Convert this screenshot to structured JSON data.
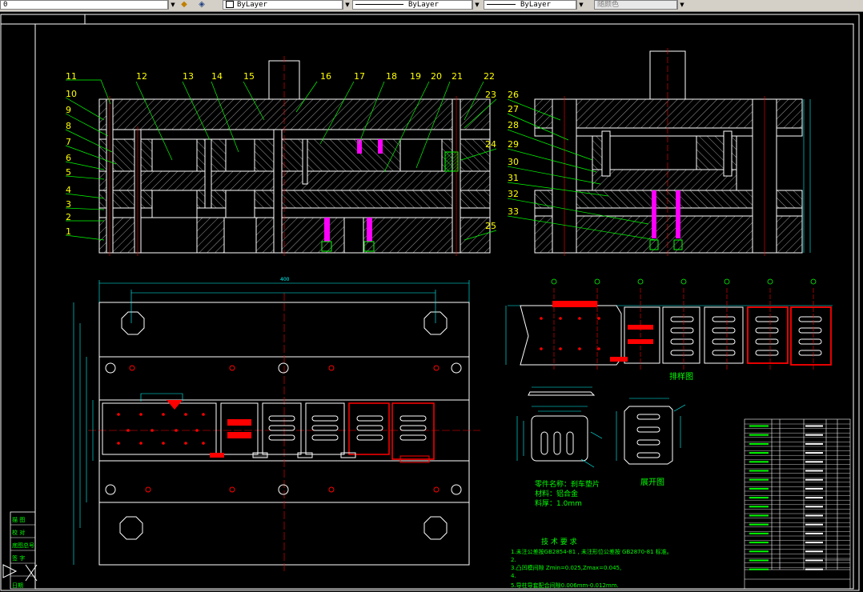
{
  "toolbar": {
    "layer_value": "0",
    "color_value": "ByLayer",
    "linetype_value": "ByLayer",
    "lineweight_value": "ByLayer",
    "plotstyle_value": "随颜色",
    "layer_icon": "layers-icon",
    "layer_states_icon": "layer-states-icon"
  },
  "drawing": {
    "colors": {
      "outline": "#ffffff",
      "part_label": "#ffff00",
      "leader": "#00ff00",
      "dimension": "#00ffff",
      "center_line": "#ff0000",
      "spring": "#ff00ff"
    },
    "part_numbers_top_left": [
      "11",
      "12",
      "13",
      "14",
      "15",
      "16",
      "17",
      "18",
      "19",
      "20",
      "21",
      "22"
    ],
    "part_numbers_left": [
      "10",
      "9",
      "8",
      "7",
      "6",
      "5",
      "4",
      "3",
      "2",
      "1"
    ],
    "part_numbers_right": [
      "23",
      "24",
      "25"
    ],
    "part_numbers_side_view": [
      "26",
      "27",
      "28",
      "29",
      "30",
      "31",
      "32",
      "33"
    ],
    "strip_layout_title": "排样图",
    "blank_view_title": "展开图",
    "part_name": "零件名称：刹车垫片",
    "material": "材料：铝合金",
    "thickness": "料厚：1.0mm",
    "tech_title": "技 术 要 求",
    "tech_requirements": [
      "1.未注公差按GB2854-81 , 未注形位公差按 GB2870-81 标准。",
      "2.",
      "3.凸凹模间隙 Zmin=0.025,Zmax=0.045,",
      "4.",
      "5.导柱导套配合间隙0.006mm-0.012mm."
    ],
    "left_stamp_labels": [
      "描 图",
      "校 对",
      "底图总号",
      "签 字",
      "日期"
    ],
    "overall_width_dim": "400"
  }
}
